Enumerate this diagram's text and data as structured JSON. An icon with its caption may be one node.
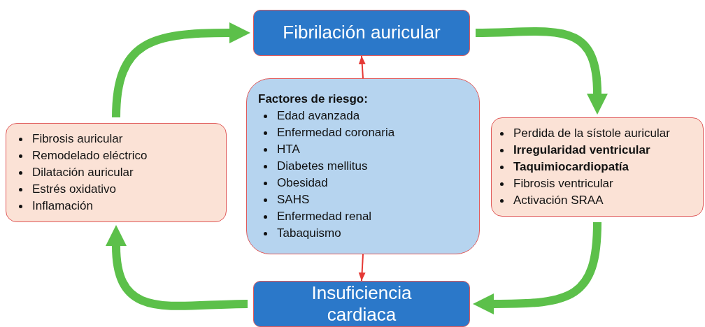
{
  "diagram": {
    "nodes": [
      {
        "text": [
          "Fibrilación auricular"
        ]
      },
      {
        "text": [
          "Fibrosis auricular",
          "Remodelado eléctrico",
          "Dilatación auricular",
          "Estrés oxidativo",
          "Inflamación"
        ]
      },
      {
        "text": [
          "Factores de riesgo:",
          "Edad avanzada",
          "Enfermedad coronaria",
          "HTA",
          "Diabetes mellitus",
          "Obesidad",
          "SAHS",
          "Enfermedad renal",
          "Tabaquismo"
        ]
      },
      {
        "text": [
          "Perdida de la sístole auricular",
          "**Irregularidad ventricular**",
          "**Taquimiocardiopatía**",
          "Fibrosis ventricular",
          "Activación SRAA"
        ]
      },
      {
        "text": [
          "Insuficiencia cardiaca"
        ]
      }
    ],
    "edges": [
      {
        "from": 2,
        "to": 0,
        "arrow": "to",
        "color": "#e53935"
      },
      {
        "from": 2,
        "to": 4,
        "arrow": "to",
        "color": "#e53935"
      },
      {
        "from": 1,
        "to": 0,
        "arrow": "to"
      },
      {
        "from": 0,
        "to": 3,
        "arrow": "to"
      },
      {
        "from": 3,
        "to": 4,
        "arrow": "to"
      },
      {
        "from": 4,
        "to": 1,
        "arrow": "to"
      }
    ]
  }
}
